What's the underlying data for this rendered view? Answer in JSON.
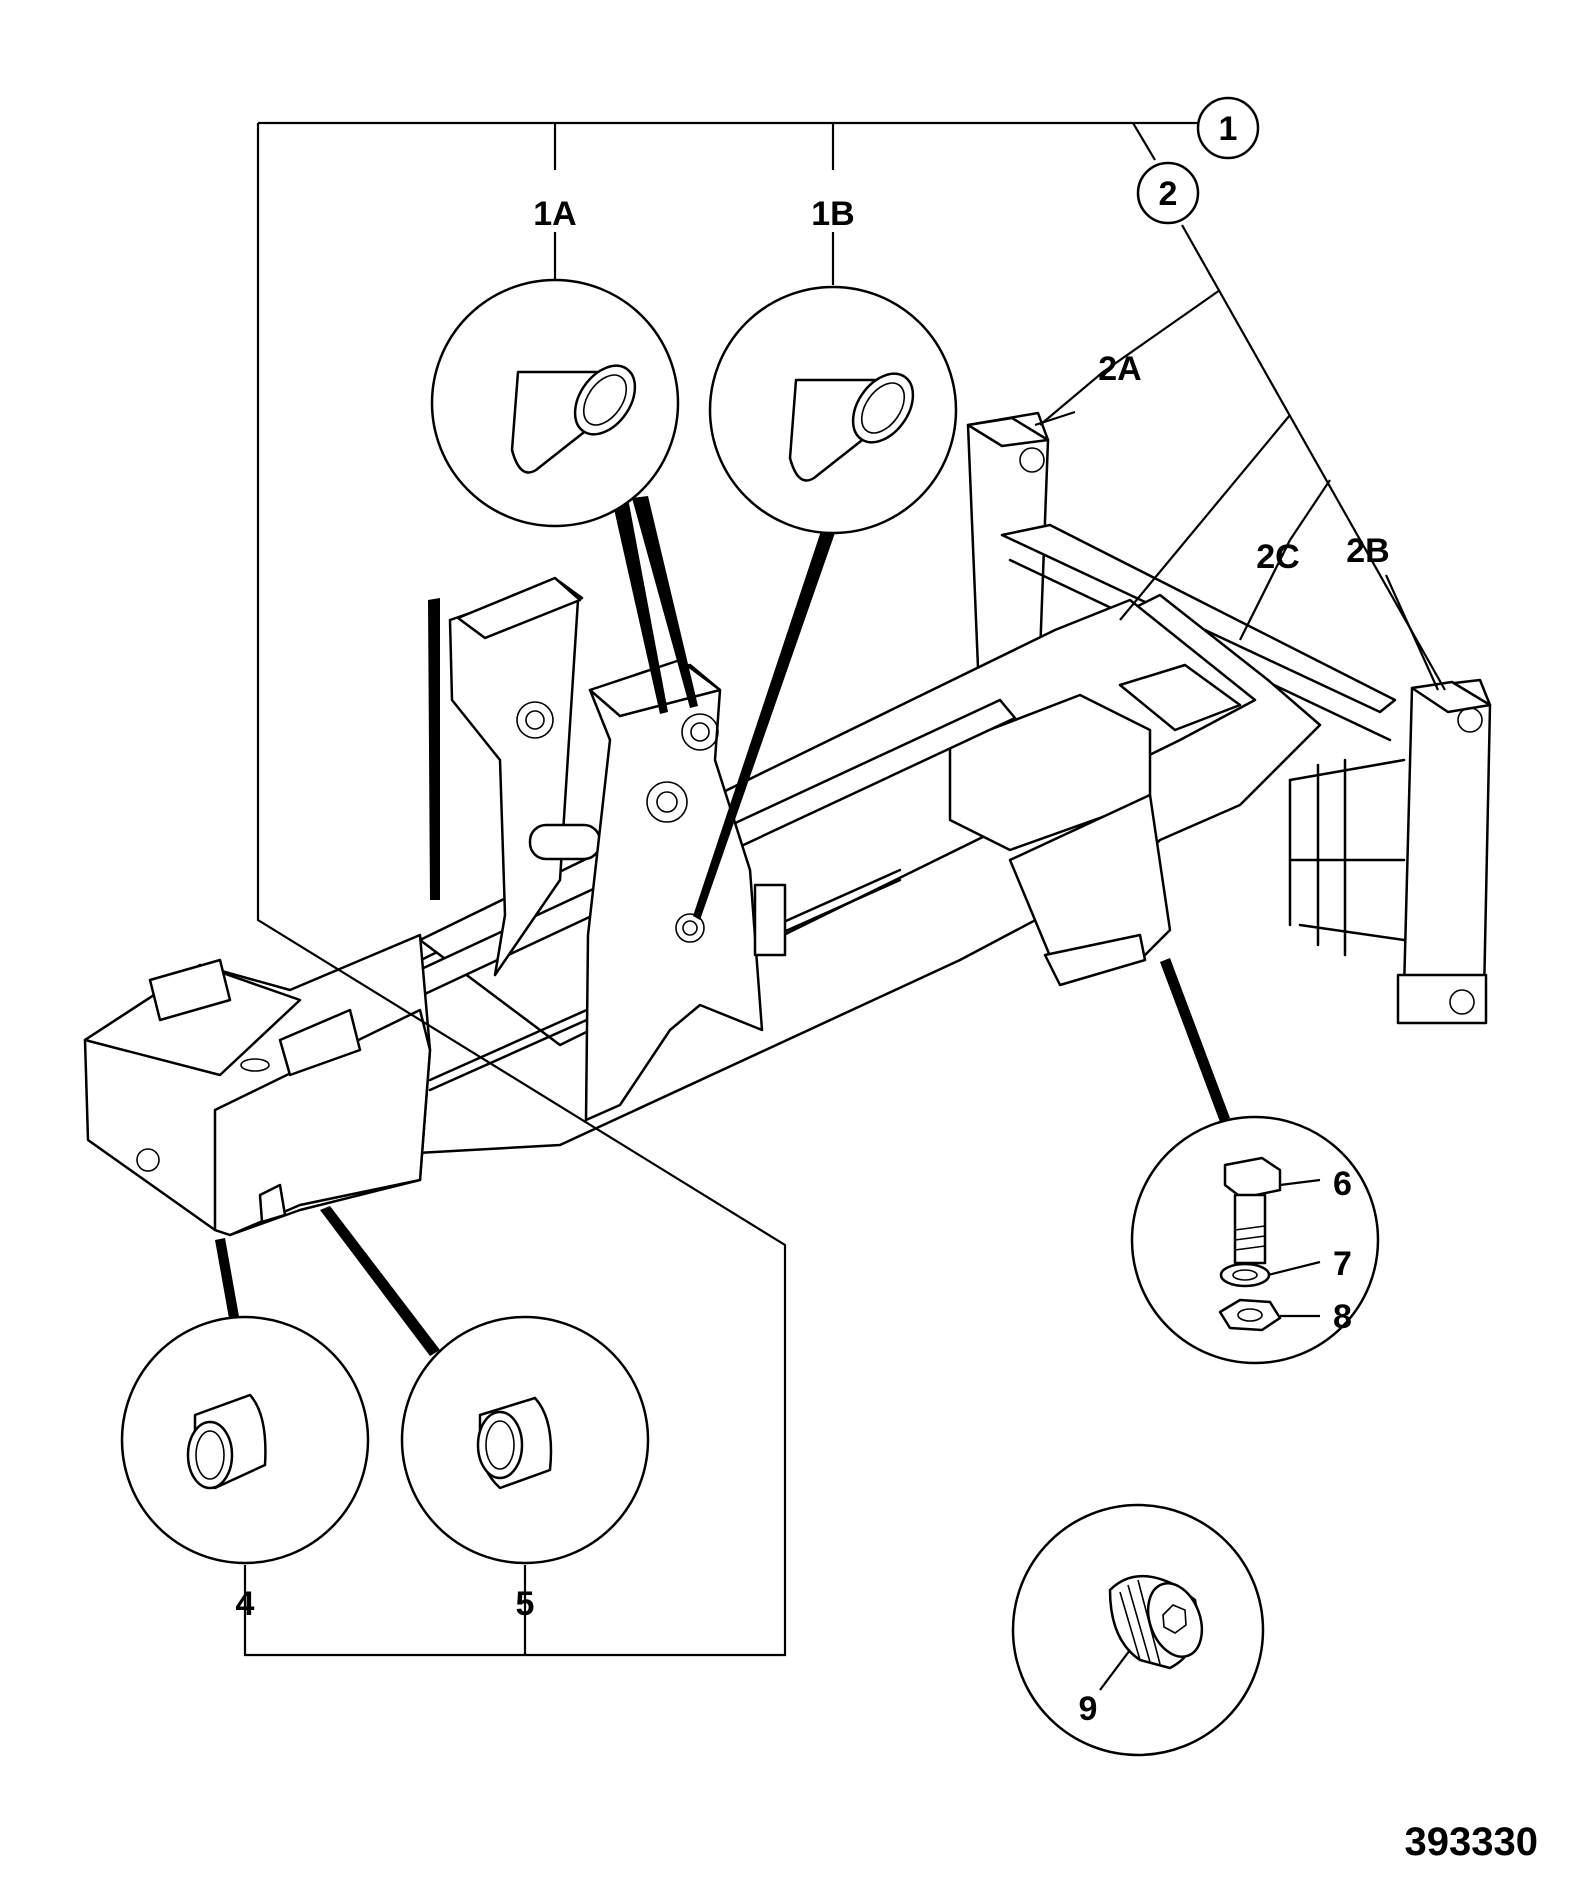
{
  "callouts": {
    "c1": "1",
    "c2": "2",
    "c1A": "1A",
    "c1B": "1B",
    "c2A": "2A",
    "c2B": "2B",
    "c2C": "2C",
    "c4": "4",
    "c5": "5",
    "c6": "6",
    "c7": "7",
    "c8": "8",
    "c9": "9"
  },
  "drawing_number": "393330"
}
